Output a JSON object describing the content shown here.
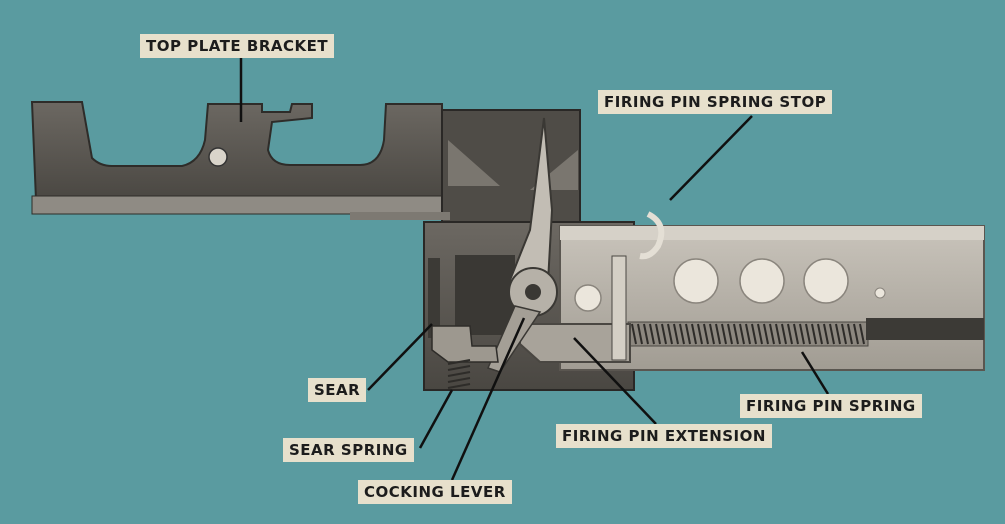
{
  "labels": {
    "top_plate_bracket": "TOP PLATE BRACKET",
    "firing_pin_spring_stop": "FIRING PIN SPRING STOP",
    "sear": "SEAR",
    "sear_spring": "SEAR SPRING",
    "cocking_lever": "COCKING LEVER",
    "firing_pin_extension": "FIRING PIN EXTENSION",
    "firing_pin_spring": "FIRING PIN SPRING"
  },
  "colors": {
    "background": "#5a9ba0",
    "label_bg": "#e7e0cc",
    "metal_dark": "#5e5a55",
    "metal_light": "#b8b3ab",
    "leader_line": "#101010"
  }
}
